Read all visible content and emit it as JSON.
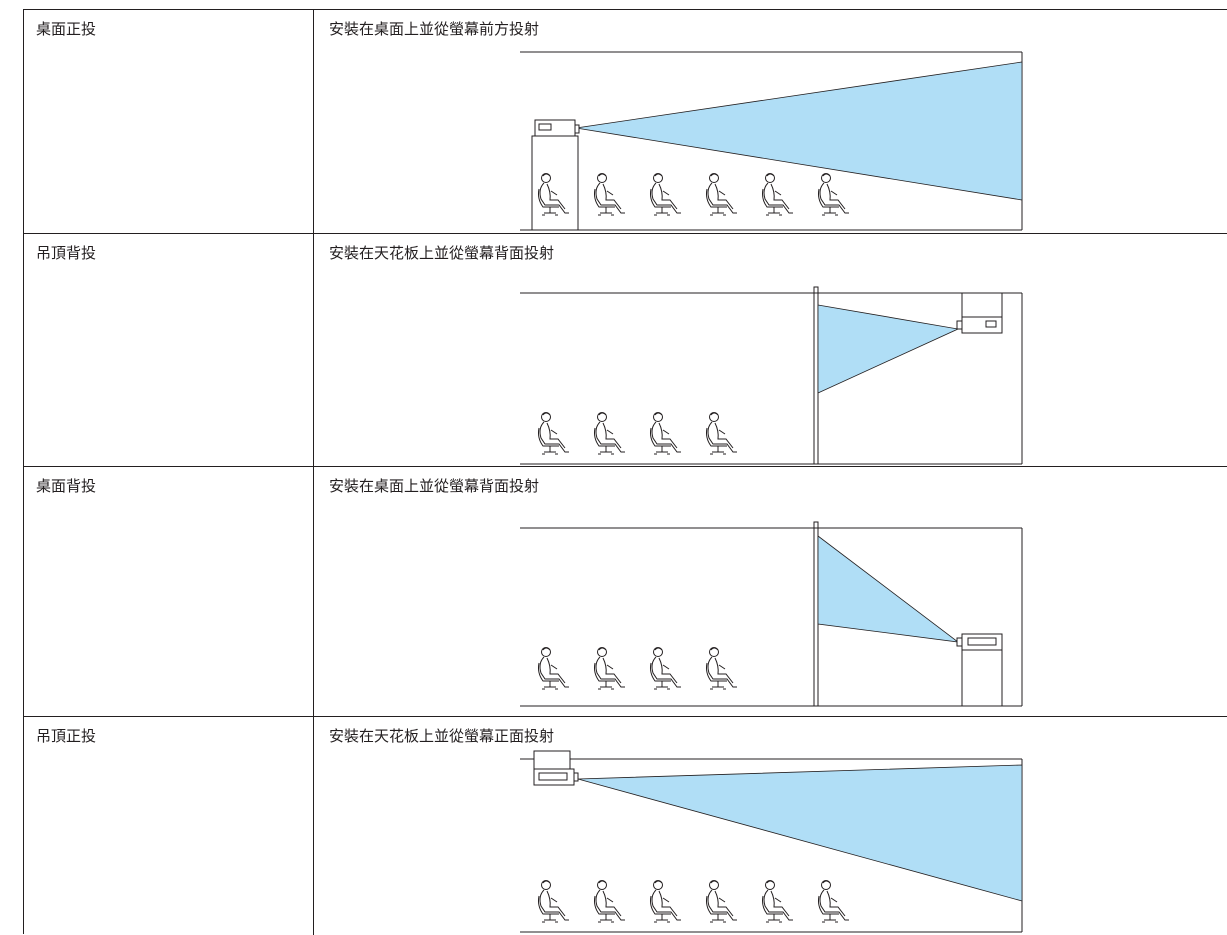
{
  "rows": [
    {
      "mode": "桌面正投",
      "description": "安裝在桌面上並從螢幕前方投射"
    },
    {
      "mode": "吊頂背投",
      "description": "安裝在天花板上並從螢幕背面投射"
    },
    {
      "mode": "桌面背投",
      "description": "安裝在桌面上並從螢幕背面投射"
    },
    {
      "mode": "吊頂正投",
      "description": "安裝在天花板上並從螢幕正面投射"
    }
  ],
  "colors": {
    "beam": "#b0def6",
    "line": "#231f20"
  }
}
